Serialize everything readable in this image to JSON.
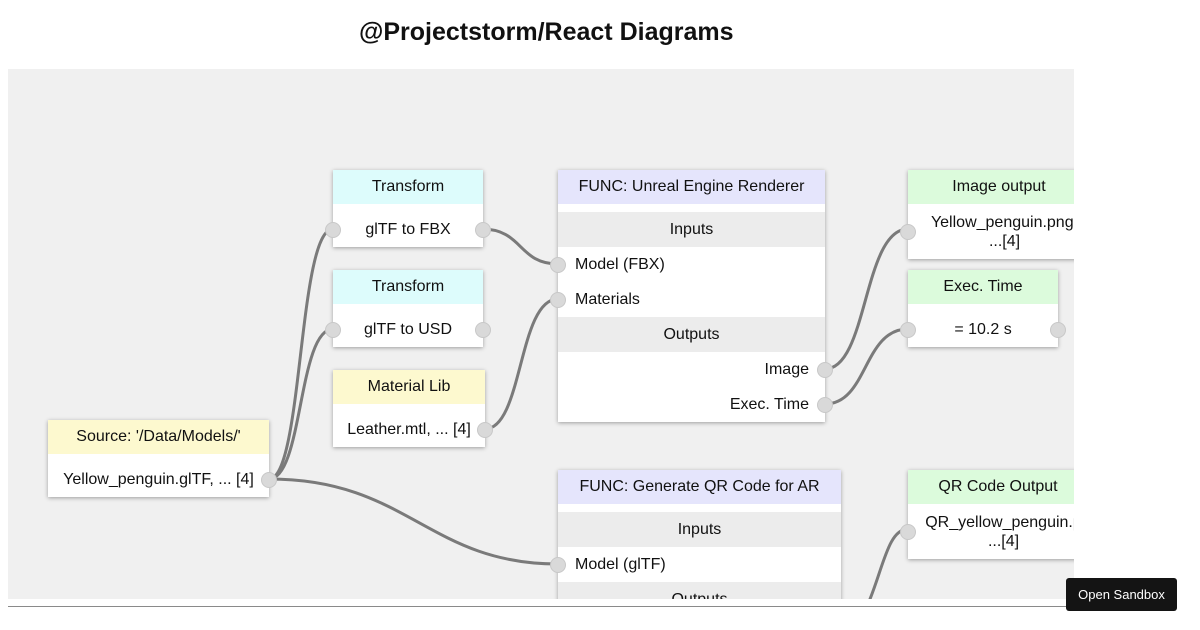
{
  "page": {
    "title": "@Projectstorm/React Diagrams"
  },
  "nodes": {
    "transform_fbx": {
      "title": "Transform",
      "row": "glTF to FBX"
    },
    "transform_usd": {
      "title": "Transform",
      "row": "glTF to USD"
    },
    "material_lib": {
      "title": "Material Lib",
      "row": "Leather.mtl, ... [4]"
    },
    "source": {
      "title": "Source: '/Data/Models/'",
      "row": "Yellow_penguin.glTF, ... [4]"
    },
    "unreal": {
      "title": "FUNC: Unreal Engine Renderer",
      "inputs_label": "Inputs",
      "in_model": "Model (FBX)",
      "in_materials": "Materials",
      "outputs_label": "Outputs",
      "out_image": "Image",
      "out_exec": "Exec. Time"
    },
    "qr": {
      "title": "FUNC: Generate QR Code for AR",
      "inputs_label": "Inputs",
      "in_model": "Model (glTF)",
      "outputs_label": "Outputs"
    },
    "image_output": {
      "title": "Image output",
      "line1": "Yellow_penguin.png,",
      "line2": "...[4]"
    },
    "exec_time": {
      "title": "Exec. Time",
      "row": "= 10.2 s"
    },
    "qr_output": {
      "title": "QR Code Output",
      "line1": "QR_yellow_penguin.p",
      "line2": "...[4]"
    }
  },
  "buttons": {
    "open_sandbox": "Open Sandbox"
  },
  "colors": {
    "transform_header": "#ddfcfc",
    "material_header": "#fdf9cf",
    "func_header": "#e5e5fc",
    "output_header": "#dcfbdc",
    "canvas_bg": "#f0f0f0",
    "link": "#7a7a7a"
  }
}
